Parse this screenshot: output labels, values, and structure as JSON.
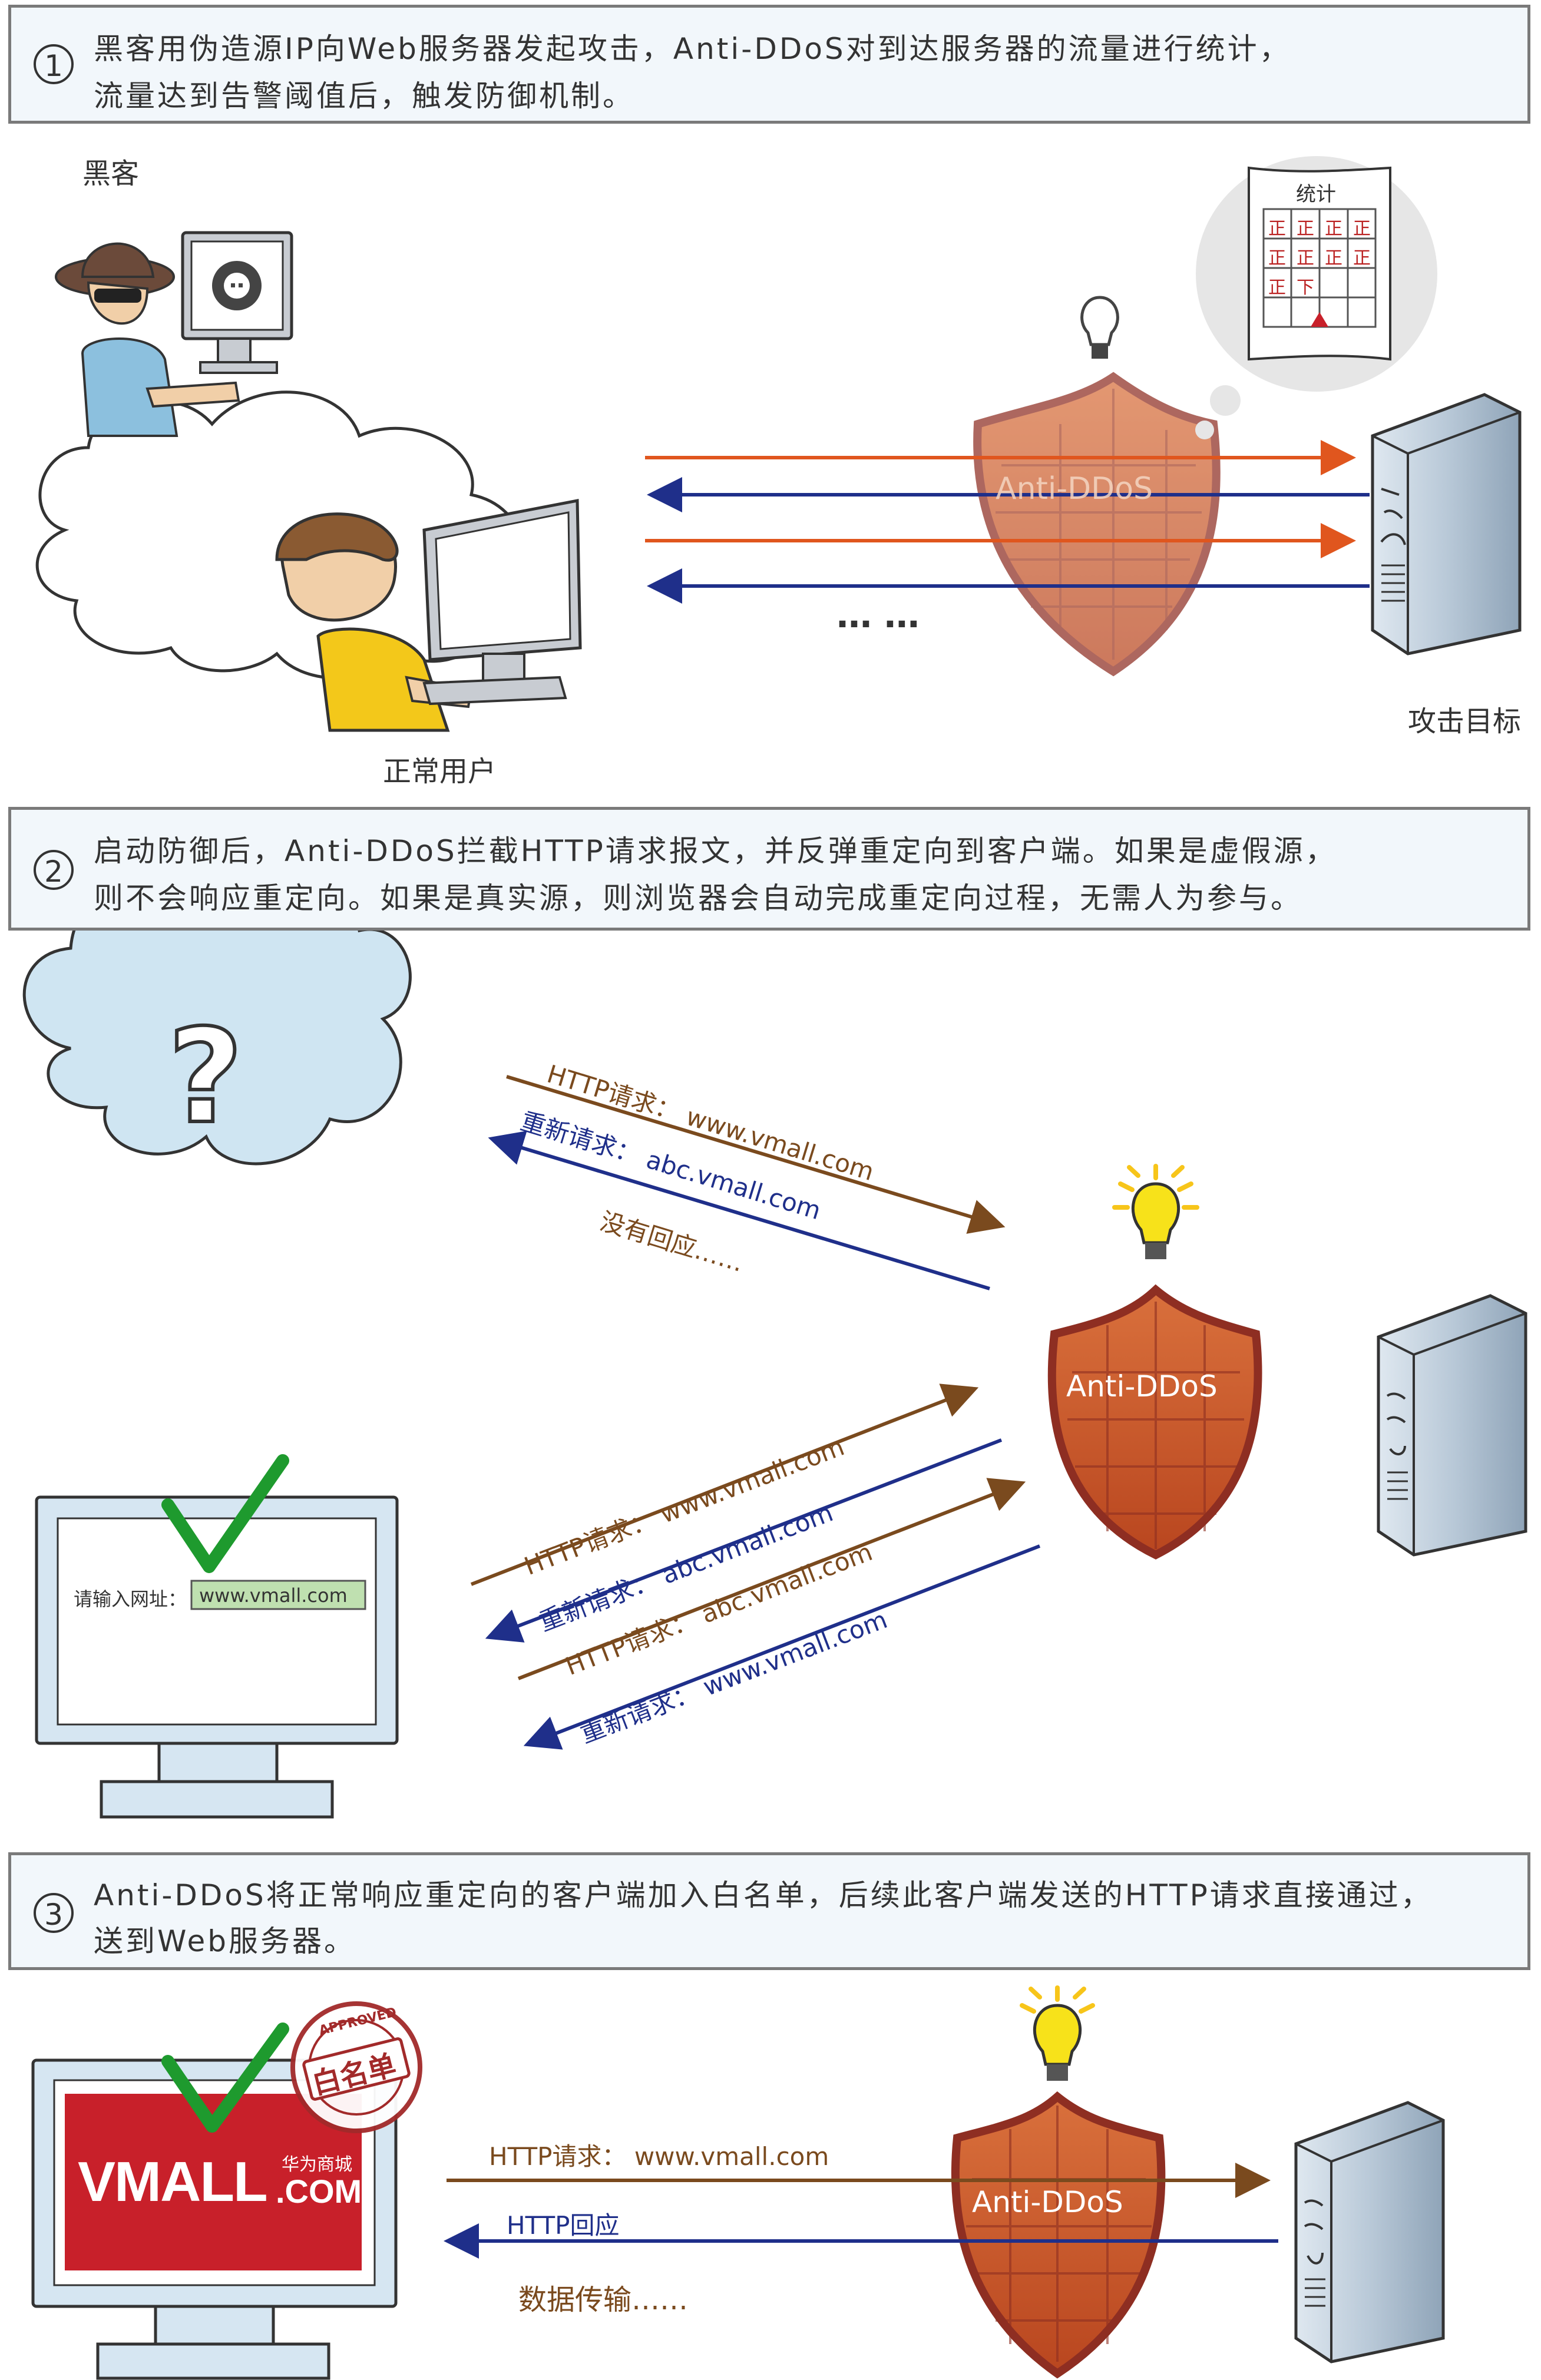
{
  "steps": [
    {
      "number": "1",
      "line1": "黑客用伪造源IP向Web服务器发起攻击，Anti-DDoS对到达服务器的流量进行统计，",
      "line2": "流量达到告警阈值后，触发防御机制。"
    },
    {
      "number": "2",
      "line1": "启动防御后，Anti-DDoS拦截HTTP请求报文，并反弹重定向到客户端。如果是虚假源，",
      "line2": "则不会响应重定向。如果是真实源，则浏览器会自动完成重定向过程，无需人为参与。"
    },
    {
      "number": "3",
      "line1": "Anti-DDoS将正常响应重定向的客户端加入白名单，后续此客户端发送的HTTP请求直接通过，",
      "line2": "送到Web服务器。"
    }
  ],
  "scene1": {
    "hacker_label": "黑客",
    "user_label": "正常用户",
    "target_label": "攻击目标",
    "shield_label": "Anti-DDoS",
    "stats_title": "统计",
    "stats_marks": [
      "正",
      "正",
      "正",
      "正",
      "正",
      "正",
      "正",
      "正",
      "正",
      "下"
    ],
    "ellipsis": "… …"
  },
  "scene2": {
    "question_mark": "?",
    "shield_label": "Anti-DDoS",
    "fake_req": "HTTP请求： www.vmall.com",
    "fake_redirect": "重新请求： abc.vmall.com",
    "no_response": "没有回应……",
    "real_req1": "HTTP请求： www.vmall.com",
    "real_redirect1": "重新请求： abc.vmall.com",
    "real_req2": "HTTP请求： abc.vmall.com",
    "real_redirect2": "重新请求： www.vmall.com",
    "address_label": "请输入网址：",
    "address_value": "www.vmall.com"
  },
  "scene3": {
    "shield_label": "Anti-DDoS",
    "brand_main": "VMALL",
    "brand_suffix": ".COM",
    "brand_cn": "华为商城",
    "stamp_text": "白名单",
    "stamp_ring": "APPROVED",
    "req": "HTTP请求： www.vmall.com",
    "resp": "HTTP回应",
    "transfer": "数据传输……"
  },
  "colors": {
    "shield": "#c8562a",
    "shield_rim": "#8e2e22",
    "attack_arrow": "#e0561e",
    "return_arrow": "#1f2f8a",
    "request_arrow": "#7a4a1e",
    "check": "#1e9a2e",
    "bulb": "#f7e21a",
    "server": "#b9c9d8",
    "cloud_blue": "#cfe5f2",
    "vmall_red": "#c8202a"
  }
}
